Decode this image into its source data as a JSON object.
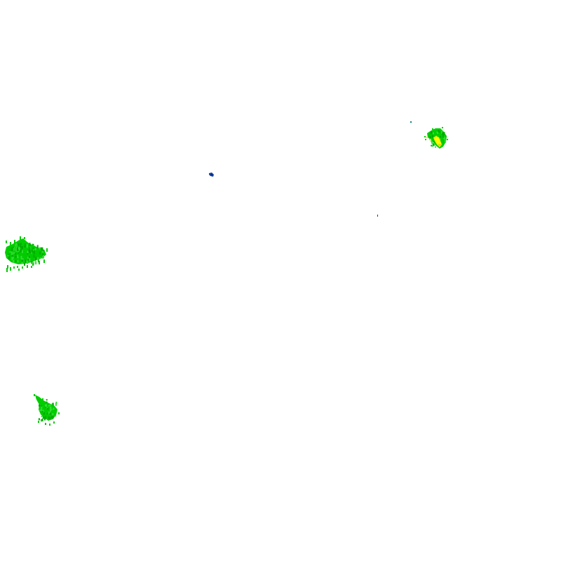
{
  "map": {
    "type": "radar-reflectivity-overlay",
    "background_color": "#ffffff",
    "palette": {
      "light_green": "#33dd33",
      "green": "#00cc00",
      "dark_green": "#00a800",
      "yellow": "#ffff00",
      "dark_yellow": "#e8d800",
      "blue": "#1040a0",
      "dark_blue": "#0a2a80",
      "teal": "#008080",
      "maroon": "#802020"
    },
    "echoes": [
      {
        "name": "echo-cluster-west",
        "colors": [
          "green",
          "light_green"
        ]
      },
      {
        "name": "echo-cluster-southwest",
        "colors": [
          "green"
        ]
      },
      {
        "name": "echo-cluster-northeast",
        "colors": [
          "green",
          "yellow"
        ]
      },
      {
        "name": "echo-speck-central-blue",
        "colors": [
          "blue"
        ]
      },
      {
        "name": "echo-speck-northeast-teal",
        "colors": [
          "teal"
        ]
      },
      {
        "name": "echo-speck-central-maroon",
        "colors": [
          "maroon"
        ]
      }
    ]
  }
}
